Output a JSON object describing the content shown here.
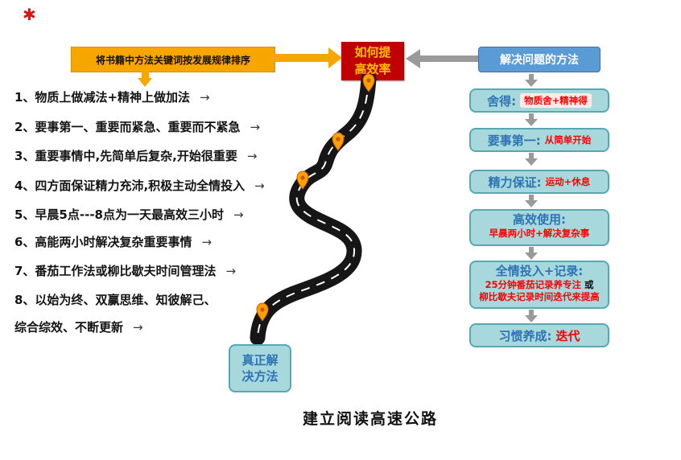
{
  "page": {
    "title": "建立阅读高速公路"
  },
  "icons": {
    "star": "✱",
    "right_arrow": "→"
  },
  "colors": {
    "accent_orange": "#F7A600",
    "center_box_red": "#C00000",
    "center_text_yellow": "#FFC000",
    "header_blue": "#5B9BD5",
    "step_bg_teal": "#A6D8DC",
    "step_border_teal": "#58A7B5",
    "step_title_blue": "#2E74B5",
    "step_detail_red": "#FF0000"
  },
  "top_flow": {
    "note": "将书籍中方法关键词按发展规律排序",
    "center_line1": "如何提",
    "center_line2": "高效率",
    "right_header": "解决问题的方法"
  },
  "left_list": {
    "items": [
      {
        "text": "1、物质上做减法+精神上做加法"
      },
      {
        "text": "2、要事第一、重要而紧急、重要而不紧急"
      },
      {
        "text": "3、重要事情中,先简单后复杂,开始很重要"
      },
      {
        "text": "4、四方面保证精力充沛,积极主动全情投入"
      },
      {
        "text": "5、早晨5点---8点为一天最高效三小时"
      },
      {
        "text": "6、高能两小时解决复杂重要事情"
      },
      {
        "text": "7、番茄工作法或柳比歇夫时间管理法"
      },
      {
        "text": "8、以始为终、双赢思维、知彼解己、"
      },
      {
        "text": "综合综效、不断更新"
      }
    ]
  },
  "right_steps": [
    {
      "title": "舍得:",
      "detail": "物质舍+精神得"
    },
    {
      "title": "要事第一:",
      "detail": "从简单开始"
    },
    {
      "title": "精力保证:",
      "detail": "运动+休息"
    },
    {
      "title": "高效使用:",
      "detail": "早晨两小时+解决复杂事"
    },
    {
      "title": "全情投入+记录:",
      "detail": "25分钟番茄记录养专注",
      "connector": "或",
      "detail2": "柳比歇夫记录时间迭代来提高"
    },
    {
      "title": "习惯养成:",
      "detail": "迭代"
    }
  ],
  "road_end": {
    "line1": "真正解",
    "line2": "决方法"
  }
}
